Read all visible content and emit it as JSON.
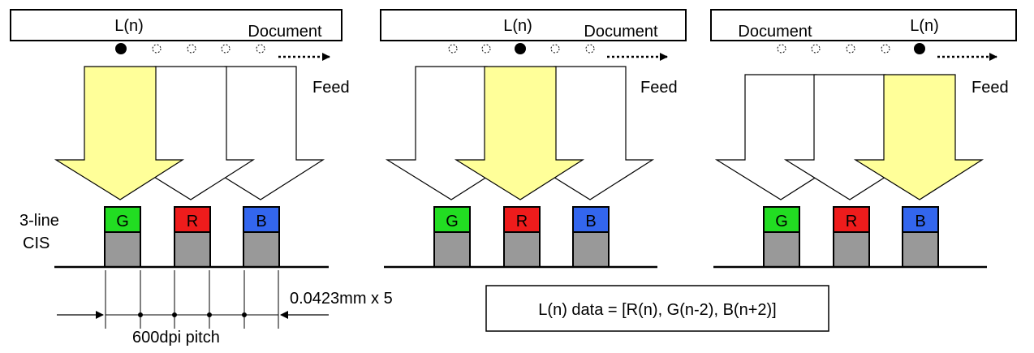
{
  "panels": [
    {
      "line_label": "L(n)",
      "document_label": "Document",
      "feed_label": "Feed",
      "sensors": [
        {
          "letter": "G",
          "color": "#22dd22"
        },
        {
          "letter": "R",
          "color": "#ee1c1c"
        },
        {
          "letter": "B",
          "color": "#3366ee"
        }
      ],
      "highlighted_arrow": 0
    },
    {
      "line_label": "L(n)",
      "document_label": "Document",
      "feed_label": "Feed",
      "sensors": [
        {
          "letter": "G",
          "color": "#22dd22"
        },
        {
          "letter": "R",
          "color": "#ee1c1c"
        },
        {
          "letter": "B",
          "color": "#3366ee"
        }
      ],
      "highlighted_arrow": 1
    },
    {
      "line_label": "L(n)",
      "document_label": "Document",
      "feed_label": "Feed",
      "sensors": [
        {
          "letter": "G",
          "color": "#22dd22"
        },
        {
          "letter": "R",
          "color": "#ee1c1c"
        },
        {
          "letter": "B",
          "color": "#3366ee"
        }
      ],
      "highlighted_arrow": 2
    }
  ],
  "cis_label_line1": "3-line",
  "cis_label_line2": "CIS",
  "pitch_label": "600dpi pitch",
  "distance_label": "0.0423mm x 5",
  "formula": "L(n) data = [R(n), G(n-2), B(n+2)]",
  "colors": {
    "highlight_arrow": "#ffff99",
    "sensor_body": "#999999"
  }
}
